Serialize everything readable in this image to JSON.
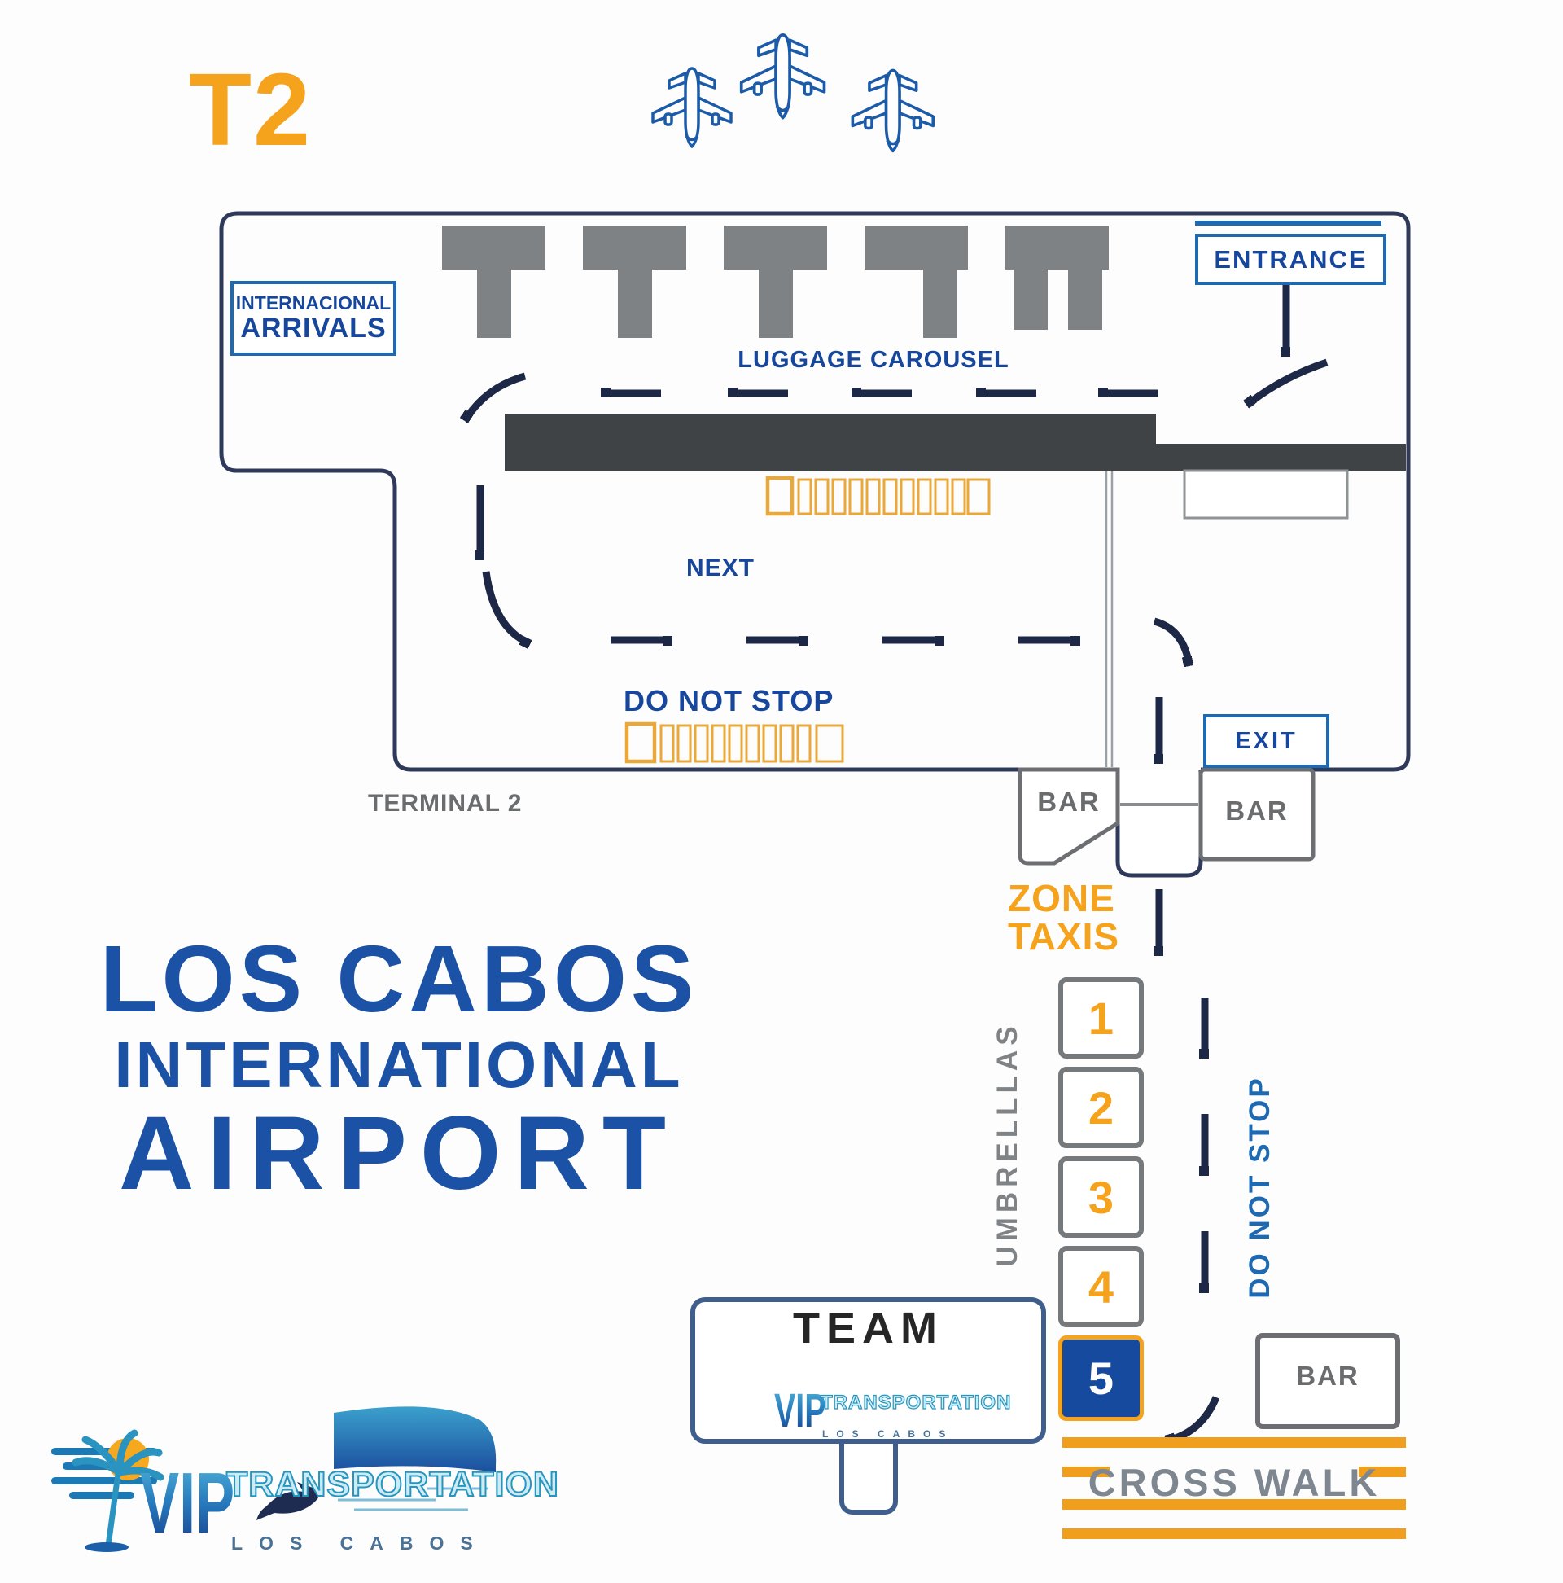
{
  "header": {
    "terminal_code": "T2"
  },
  "terminal": {
    "arrivals_line1": "INTERNACIONAL",
    "arrivals_line2": "ARRIVALS",
    "entrance_label": "ENTRANCE",
    "exit_label": "EXIT",
    "luggage_carousel_label": "LUGGAGE CAROUSEL",
    "next_label": "NEXT",
    "do_not_stop_label": "DO NOT STOP",
    "terminal_label": "TERMINAL 2",
    "bar_label": "BAR"
  },
  "taxi": {
    "zone_line1": "ZONE",
    "zone_line2": "TAXIS",
    "umbrellas_label": "UMBRELLLAS",
    "do_not_stop_vertical": "DO NOT STOP",
    "zones": [
      "1",
      "2",
      "3",
      "4",
      "5"
    ],
    "crosswalk_label": "CROSS WALK"
  },
  "title": {
    "line1": "LOS CABOS",
    "line2": "INTERNATIONAL",
    "line3": "AIRPORT"
  },
  "team_sign": {
    "team_label": "TEAM"
  },
  "logo": {
    "vip": "VIP",
    "transportation": "TRANSPORTATION",
    "los_cabos": "LOS CABOS"
  },
  "icons": {
    "airplane_icon": "airplane-top-view-outline",
    "arrow_icon": "navy-flow-arrow",
    "palm_icon": "palm-tree",
    "sun_icon": "sun-circle",
    "whale_icon": "whale-silhouette",
    "bus_icon": "shuttle-bus"
  },
  "colors": {
    "accent_orange": "#f5a21c",
    "navy_text": "#17479c",
    "blue_border": "#1d6ab2",
    "wall_navy": "#2f3a5a",
    "arrow_navy": "#1d2746",
    "structure_gray": "#7f8285",
    "belt_charcoal": "#404346",
    "title_blue": "#1c52a6",
    "zone5_fill": "#164a9e"
  }
}
